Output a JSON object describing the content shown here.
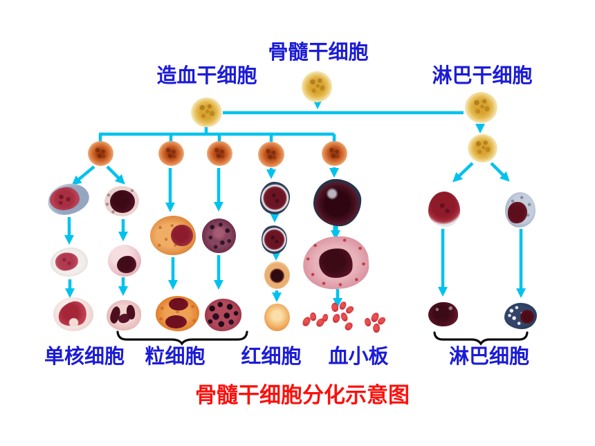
{
  "slide": {
    "title": "骨髓干细胞分化示意图"
  },
  "nodes": {
    "bone_marrow_stem": "骨髓干细胞",
    "hematopoietic_stem": "造血干细胞",
    "lymphoid_stem": "淋巴干细胞"
  },
  "products": {
    "monocyte": "单核细胞",
    "granulocyte": "粒细胞",
    "red_blood_cell": "红细胞",
    "platelet": "血小板",
    "lymphocyte": "淋巴细胞"
  },
  "colors": {
    "label_blue": "#1b1bd8",
    "arrow_cyan": "#00c2ee",
    "title_red": "#fb100c",
    "brace_black": "#0a0a0a"
  }
}
